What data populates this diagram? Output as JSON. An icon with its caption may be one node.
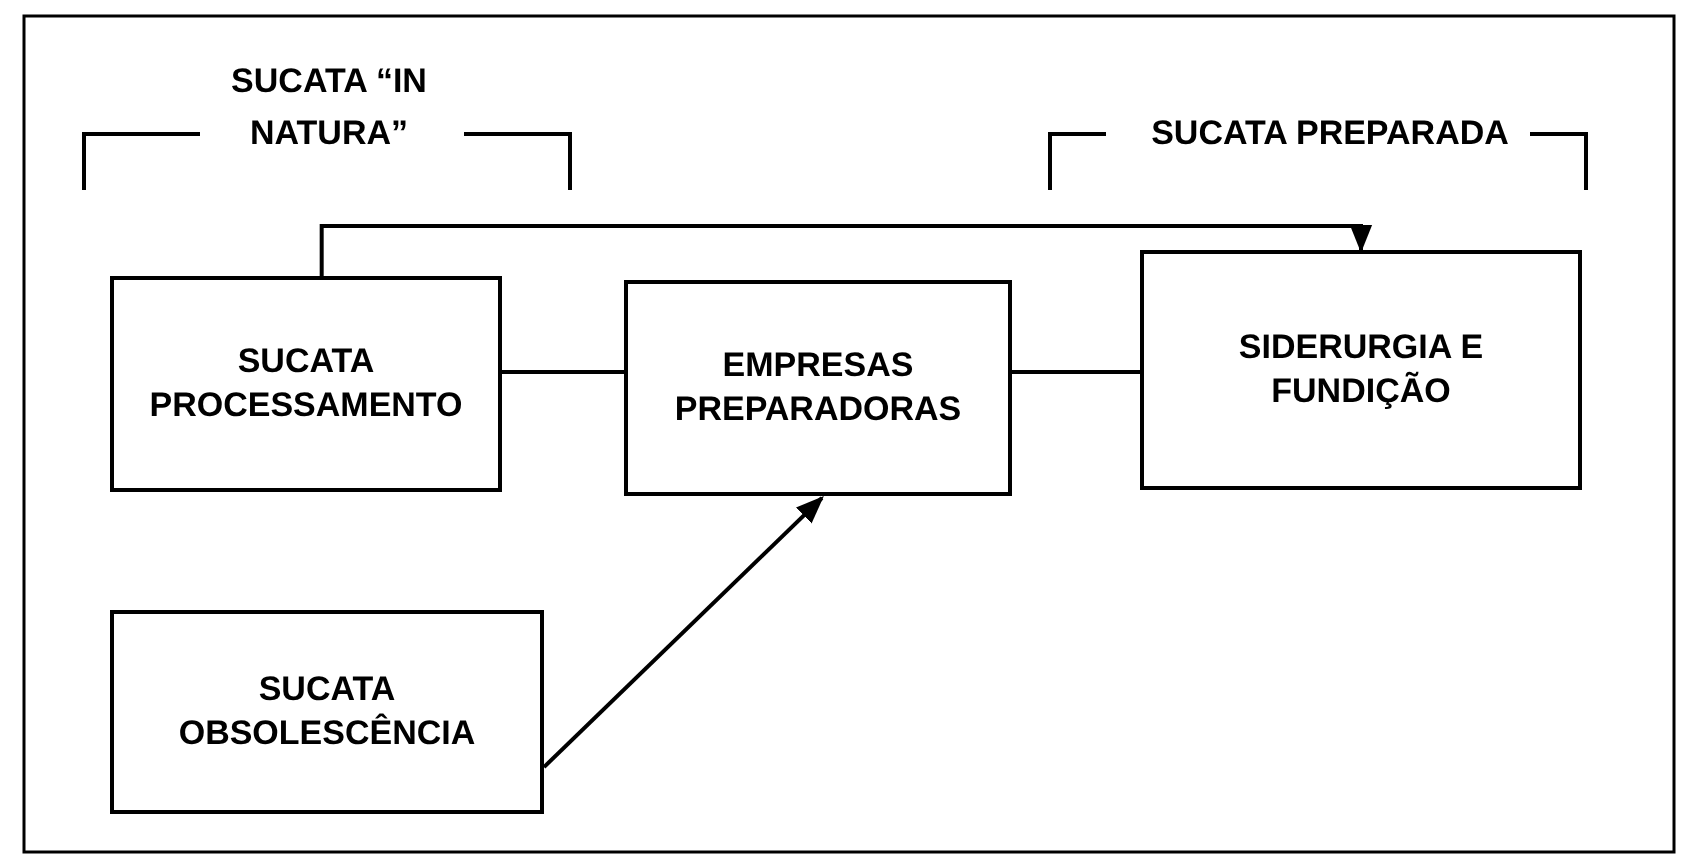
{
  "diagram": {
    "nodes": [
      {
        "text": [
          "SUCATA PROCESSAMENTO"
        ]
      },
      {
        "text": [
          "EMPRESAS PREPARADORAS"
        ]
      },
      {
        "text": [
          "SIDERURGIA E FUNDIÇÃO"
        ]
      },
      {
        "text": [
          "SUCATA OBSOLESCÊNCIA"
        ]
      }
    ],
    "edges": [
      {
        "from": 0,
        "to": 2,
        "arrow": "to"
      },
      {
        "from": 0,
        "to": 1,
        "arrow": "none"
      },
      {
        "from": 1,
        "to": 2,
        "arrow": "none"
      },
      {
        "from": 3,
        "to": 1,
        "arrow": "to"
      }
    ],
    "labels": [
      "SUCATA “IN NATURA”",
      "SUCATA PREPARADA"
    ]
  }
}
